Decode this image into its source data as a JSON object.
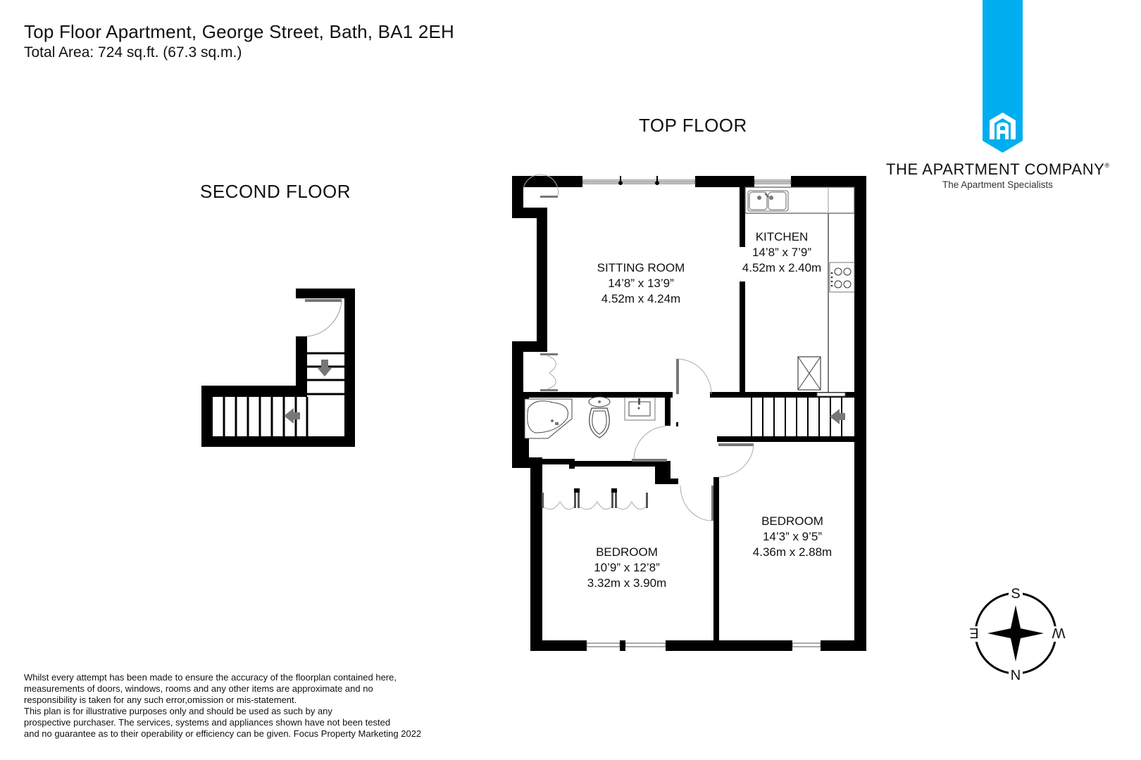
{
  "header": {
    "title": "Top Floor Apartment, George Street, Bath, BA1 2EH",
    "total_area": "Total Area: 724 sq.ft. (67.3 sq.m.)"
  },
  "logo": {
    "company": "THE APARTMENT COMPANY",
    "registered_mark": "®",
    "tagline": "The Apartment Specialists",
    "brand_color": "#00AEEF"
  },
  "floors": {
    "second": {
      "label": "SECOND FLOOR"
    },
    "top": {
      "label": "TOP FLOOR",
      "rooms": [
        {
          "name": "SITTING ROOM",
          "imperial": "14’8” x 13’9”",
          "metric": "4.52m x 4.24m"
        },
        {
          "name": "KITCHEN",
          "imperial": "14’8” x 7’9”",
          "metric": "4.52m x 2.40m"
        },
        {
          "name": "BEDROOM",
          "imperial": "10’9” x 12’8”",
          "metric": "3.32m x 3.90m"
        },
        {
          "name": "BEDROOM",
          "imperial": "14’3” x 9’5”",
          "metric": "4.36m x 2.88m"
        }
      ]
    }
  },
  "compass": {
    "top": "S",
    "bottom": "N",
    "left": "E",
    "right": "W"
  },
  "disclaimer": {
    "lines": [
      "Whilst every attempt has been made to ensure the accuracy of the floorplan contained here,",
      "measurements of doors, windows, rooms and any other items are approximate and no",
      "responsibility is taken for any such error,omission or mis-statement.",
      "This plan is for illustrative purposes only and should be used as such by any",
      "prospective purchaser. The services, systems and appliances shown have not been tested",
      "and no guarantee as to their operability or efficiency can be given. Focus Property Marketing 2022"
    ]
  }
}
